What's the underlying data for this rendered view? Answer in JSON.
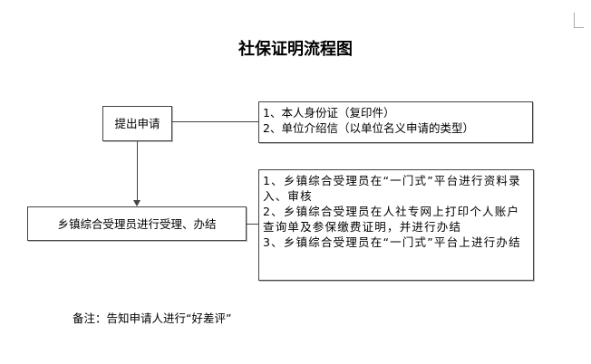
{
  "title": "社保证明流程图",
  "step1": "提出申请",
  "step2": "乡镇综合受理员进行受理、办结",
  "materials": [
    "1、本人身份证（复印件）",
    "2、单位介绍信（以单位名义申请的类型）"
  ],
  "process": [
    "1、乡镇综合受理员在“一门式”平台进行资料录入、审核",
    "2、乡镇综合受理员在人社专网上打印个人账户查询单及参保缴费证明，并进行办结",
    "3、乡镇综合受理员在“一门式”平台上进行办结"
  ],
  "note": "备注：告知申请人进行“好差评”"
}
